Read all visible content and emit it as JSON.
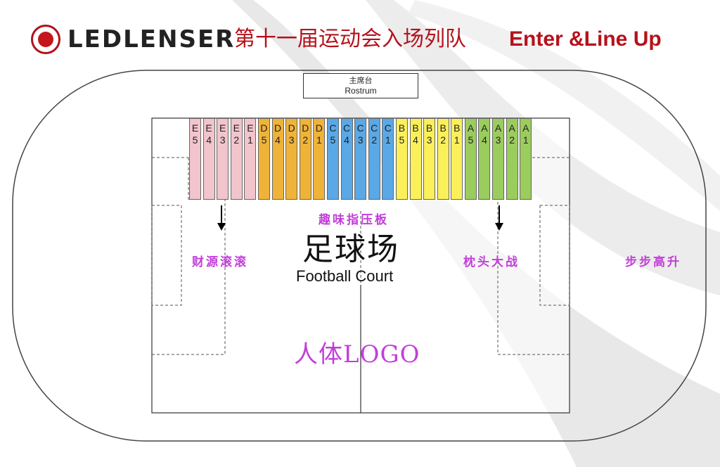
{
  "header": {
    "brand": "LEDLENSER",
    "title_zh": "第十一届运动会入场列队",
    "title_en": "Enter &Line Up"
  },
  "rostrum": {
    "label_zh": "主席台",
    "label_en": "Rostrum"
  },
  "court": {
    "label_zh": "足球场",
    "label_en": "Football Court"
  },
  "squads": [
    {
      "letter": "E",
      "num": "5",
      "color": "#f2c4cc"
    },
    {
      "letter": "E",
      "num": "4",
      "color": "#f2c4cc"
    },
    {
      "letter": "E",
      "num": "3",
      "color": "#f2c4cc"
    },
    {
      "letter": "E",
      "num": "2",
      "color": "#f2c4cc"
    },
    {
      "letter": "E",
      "num": "1",
      "color": "#f2c4cc"
    },
    {
      "letter": "D",
      "num": "5",
      "color": "#efb33a"
    },
    {
      "letter": "D",
      "num": "4",
      "color": "#efb33a"
    },
    {
      "letter": "D",
      "num": "3",
      "color": "#efb33a"
    },
    {
      "letter": "D",
      "num": "2",
      "color": "#efb33a"
    },
    {
      "letter": "D",
      "num": "1",
      "color": "#efb33a"
    },
    {
      "letter": "C",
      "num": "5",
      "color": "#5aa8e6"
    },
    {
      "letter": "C",
      "num": "4",
      "color": "#5aa8e6"
    },
    {
      "letter": "C",
      "num": "3",
      "color": "#5aa8e6"
    },
    {
      "letter": "C",
      "num": "2",
      "color": "#5aa8e6"
    },
    {
      "letter": "C",
      "num": "1",
      "color": "#5aa8e6"
    },
    {
      "letter": "B",
      "num": "5",
      "color": "#fbf05a"
    },
    {
      "letter": "B",
      "num": "4",
      "color": "#fbf05a"
    },
    {
      "letter": "B",
      "num": "3",
      "color": "#fbf05a"
    },
    {
      "letter": "B",
      "num": "2",
      "color": "#fbf05a"
    },
    {
      "letter": "B",
      "num": "1",
      "color": "#fbf05a"
    },
    {
      "letter": "A",
      "num": "5",
      "color": "#9bcc5e"
    },
    {
      "letter": "A",
      "num": "4",
      "color": "#9bcc5e"
    },
    {
      "letter": "A",
      "num": "3",
      "color": "#9bcc5e"
    },
    {
      "letter": "A",
      "num": "2",
      "color": "#9bcc5e"
    },
    {
      "letter": "A",
      "num": "1",
      "color": "#9bcc5e"
    }
  ],
  "games": {
    "pressure_board": "趣味指压板",
    "rolling_wealth": "财源滚滚",
    "pillow_fight": "枕头大战",
    "step_up": "步步高升",
    "human_logo": "人体LOGO"
  },
  "colors": {
    "brand_red": "#c4161c",
    "game_purple": "#c23fd9"
  }
}
